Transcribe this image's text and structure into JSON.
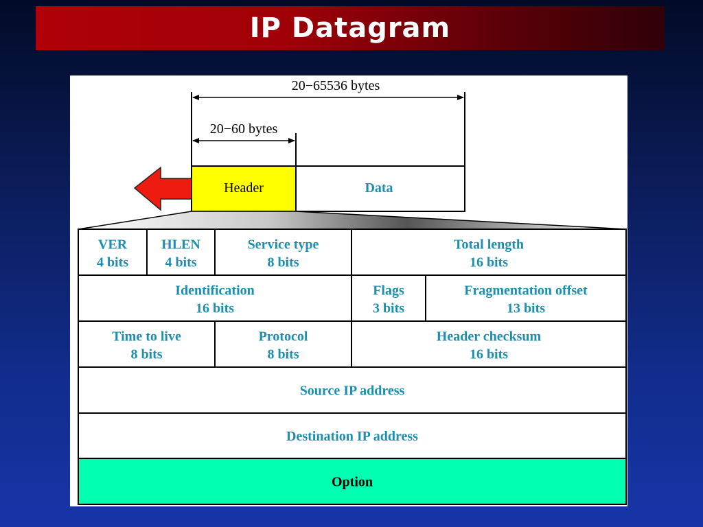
{
  "title": "IP Datagram",
  "colors": {
    "field_text": "#1a8fb0",
    "header_box": "#ffff00",
    "option_row": "#00ffb0",
    "arrow": "#ee1c10",
    "title_bar": "#b00008"
  },
  "top": {
    "total_range": "20−65536 bytes",
    "header_range": "20−60 bytes",
    "header_label": "Header",
    "data_label": "Data"
  },
  "rows": [
    [
      {
        "name": "VER",
        "bits": "4 bits"
      },
      {
        "name": "HLEN",
        "bits": "4 bits"
      },
      {
        "name": "Service type",
        "bits": "8 bits"
      },
      {
        "name": "Total length",
        "bits": "16 bits"
      }
    ],
    [
      {
        "name": "Identification",
        "bits": "16 bits"
      },
      {
        "name": "Flags",
        "bits": "3 bits"
      },
      {
        "name": "Fragmentation offset",
        "bits": "13 bits"
      }
    ],
    [
      {
        "name": "Time to live",
        "bits": "8 bits"
      },
      {
        "name": "Protocol",
        "bits": "8 bits"
      },
      {
        "name": "Header checksum",
        "bits": "16 bits"
      }
    ],
    [
      {
        "name": "Source IP address",
        "bits": ""
      }
    ],
    [
      {
        "name": "Destination IP address",
        "bits": ""
      }
    ],
    [
      {
        "name": "Option",
        "bits": ""
      }
    ]
  ]
}
